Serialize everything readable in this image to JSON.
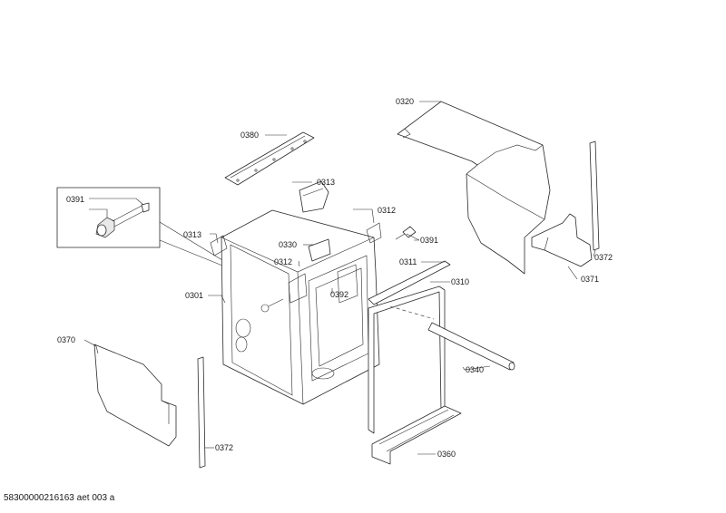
{
  "labels": {
    "p0320": "0320",
    "p0380": "0380",
    "p0391a": "0391",
    "p0313a": "0313",
    "p0313b": "0313",
    "p0312a": "0312",
    "p0312b": "0312",
    "p0330": "0330",
    "p0391b": "0391",
    "p0311": "0311",
    "p0310": "0310",
    "p0392": "0392",
    "p0301": "0301",
    "p0370": "0370",
    "p0340": "0340",
    "p0360": "0360",
    "p0372a": "0372",
    "p0372b": "0372",
    "p0371": "0371"
  },
  "footer": "58300000216163 aet 003 a"
}
